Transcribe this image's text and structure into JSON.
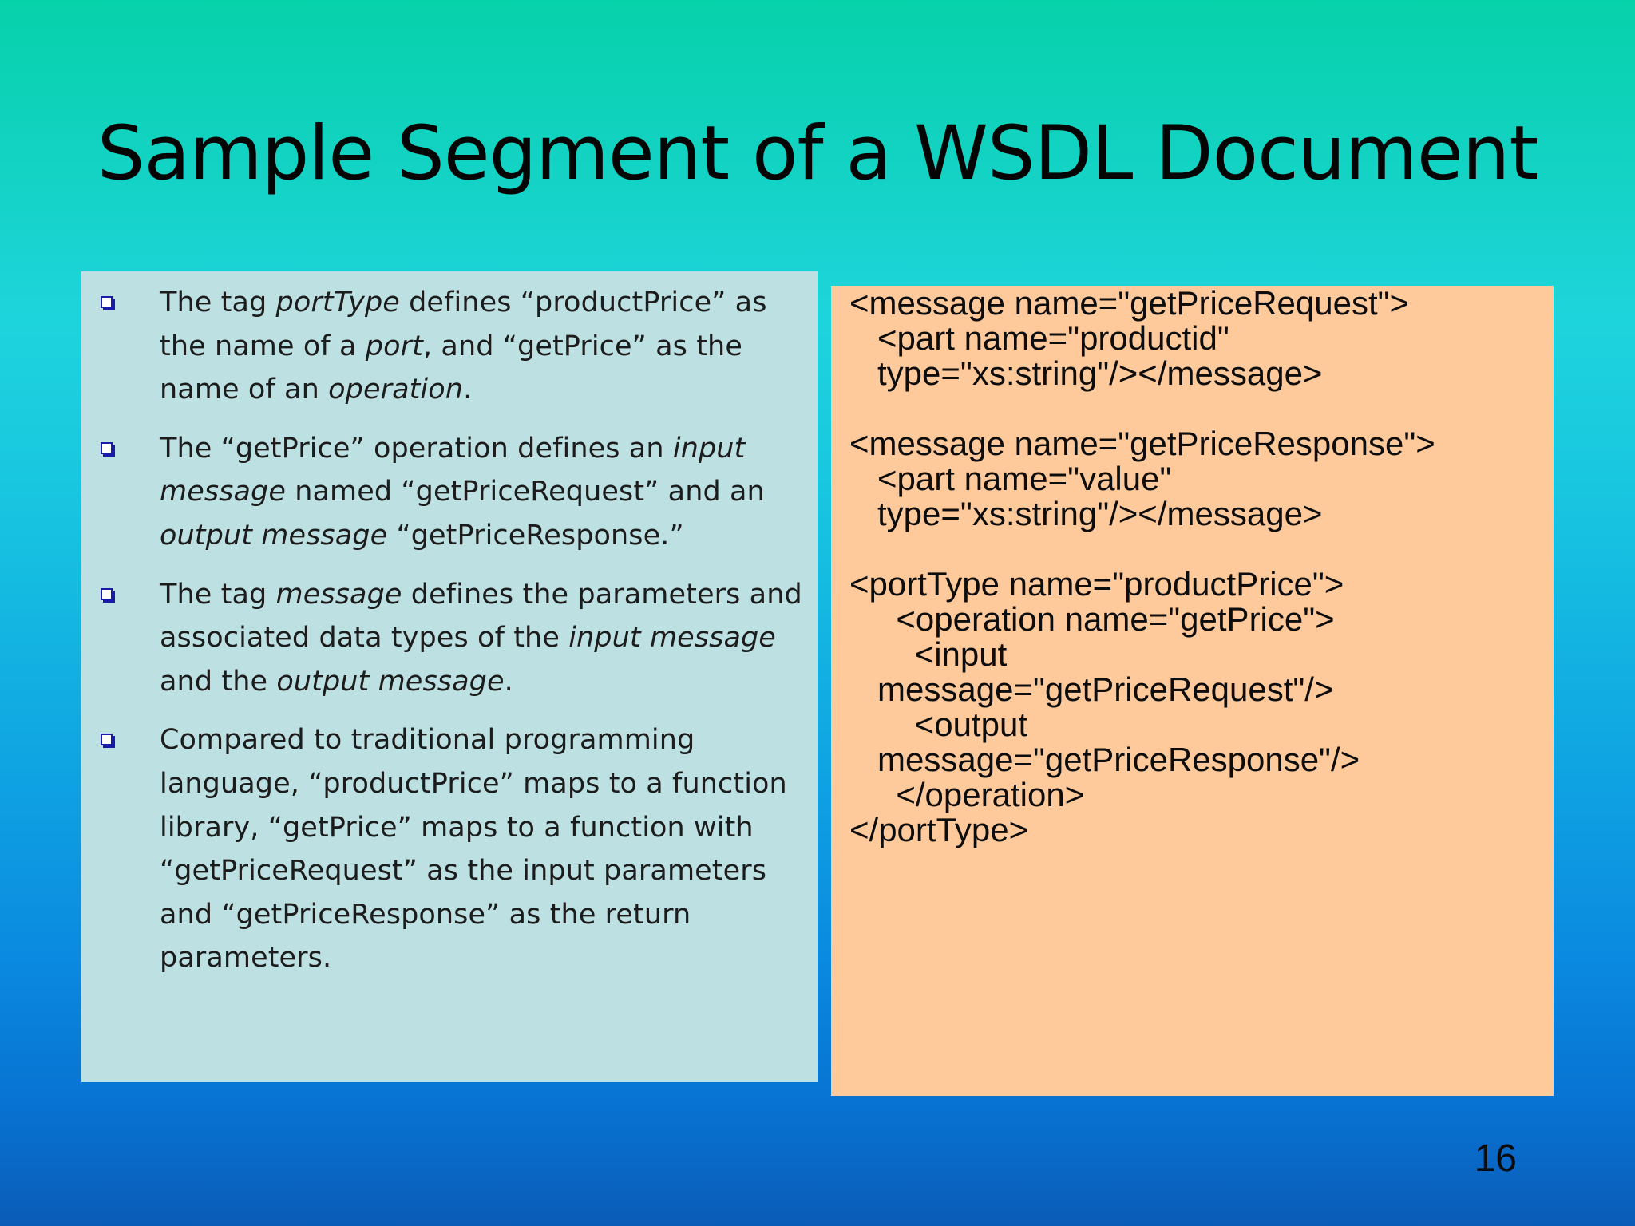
{
  "slide": {
    "title": "Sample Segment of a WSDL Document",
    "page_number": "16"
  },
  "colors": {
    "left_panel": "#bde0e3",
    "right_panel": "#fec99b",
    "bullet_marker": "#1a1aa8",
    "background_top": "#06d2aa",
    "background_bottom": "#0a5cb8"
  },
  "bullets": [
    {
      "icon": "square-bullet-icon",
      "segments": [
        {
          "text": "The tag ",
          "italic": false
        },
        {
          "text": "portType",
          "italic": true
        },
        {
          "text": " defines “productPrice” as the name of a ",
          "italic": false
        },
        {
          "text": "port",
          "italic": true
        },
        {
          "text": ", and “getPrice” as the name of an ",
          "italic": false
        },
        {
          "text": "operation",
          "italic": true
        },
        {
          "text": ".",
          "italic": false
        }
      ]
    },
    {
      "icon": "square-bullet-icon",
      "segments": [
        {
          "text": "The “getPrice” operation defines an ",
          "italic": false
        },
        {
          "text": "input message",
          "italic": true
        },
        {
          "text": " named “getPriceRequest” and an ",
          "italic": false
        },
        {
          "text": "output message",
          "italic": true
        },
        {
          "text": " “getPriceResponse.”",
          "italic": false
        }
      ]
    },
    {
      "icon": "square-bullet-icon",
      "segments": [
        {
          "text": "The tag ",
          "italic": false
        },
        {
          "text": "message",
          "italic": true
        },
        {
          "text": " defines the parameters and associated data types of the ",
          "italic": false
        },
        {
          "text": "input message",
          "italic": true
        },
        {
          "text": " and the ",
          "italic": false
        },
        {
          "text": "output message",
          "italic": true
        },
        {
          "text": ".",
          "italic": false
        }
      ]
    },
    {
      "icon": "square-bullet-icon",
      "segments": [
        {
          "text": "Compared to traditional programming language, “productPrice” maps to a function library, “getPrice” maps to a function with “getPriceRequest” as the input parameters and “getPriceResponse” as the return parameters.",
          "italic": false
        }
      ]
    }
  ],
  "code": {
    "lines": [
      {
        "text": "<message name=\"getPriceRequest\">"
      },
      {
        "text": "   <part name=\"productid\""
      },
      {
        "text": "   type=\"xs:string\"/></message>"
      },
      {
        "text": ""
      },
      {
        "text": "<message name=\"getPriceResponse\">"
      },
      {
        "text": "   <part name=\"value\""
      },
      {
        "text": "   type=\"xs:string\"/></message>"
      },
      {
        "text": ""
      },
      {
        "text": "<portType name=\"productPrice\">"
      },
      {
        "text": "     <operation name=\"getPrice\">"
      },
      {
        "text": "       <input"
      },
      {
        "text": "   message=\"getPriceRequest\"/>"
      },
      {
        "text": "       <output"
      },
      {
        "text": "   message=\"getPriceResponse\"/>"
      },
      {
        "text": "     </operation>"
      },
      {
        "text": "</portType>"
      }
    ]
  }
}
